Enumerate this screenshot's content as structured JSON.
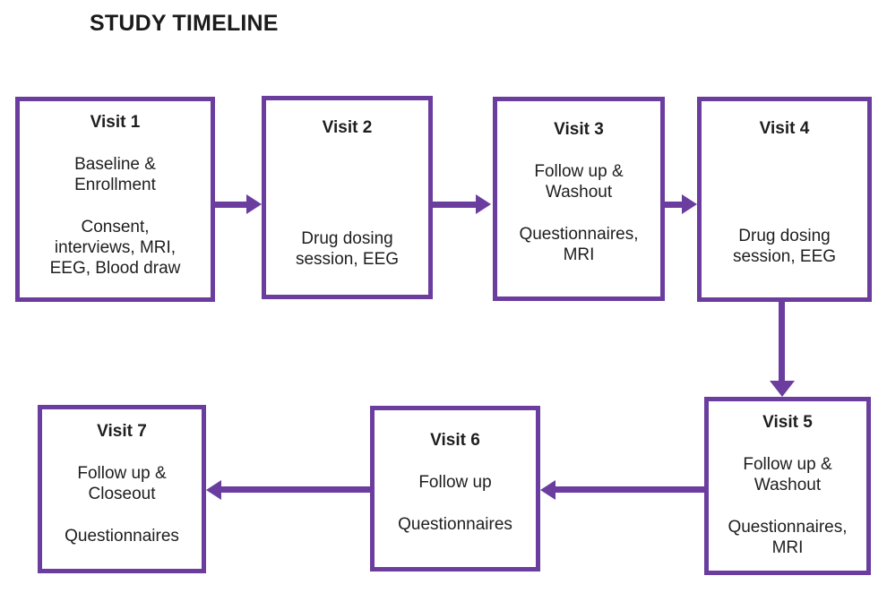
{
  "title": "STUDY TIMELINE",
  "theme": {
    "purple": "#6A3D9E",
    "text": "#1E1E1E",
    "background": "#FFFFFF"
  },
  "boxes": [
    {
      "id": "visit1",
      "title": "Visit 1",
      "p1": "Baseline &\nEnrollment",
      "p2": "Consent,\ninterviews, MRI,\nEEG, Blood draw"
    },
    {
      "id": "visit2",
      "title": "Visit 2",
      "p1": "",
      "p2": "Drug dosing\nsession, EEG"
    },
    {
      "id": "visit3",
      "title": "Visit 3",
      "p1": "Follow up &\nWashout",
      "p2": "Questionnaires,\nMRI"
    },
    {
      "id": "visit4",
      "title": "Visit 4",
      "p1": "",
      "p2": "Drug dosing\nsession, EEG"
    },
    {
      "id": "visit5",
      "title": "Visit 5",
      "p1": "Follow up &\nWashout",
      "p2": "Questionnaires,\nMRI"
    },
    {
      "id": "visit6",
      "title": "Visit 6",
      "p1": "Follow up",
      "p2": "Questionnaires"
    },
    {
      "id": "visit7",
      "title": "Visit 7",
      "p1": "Follow up &\nCloseout",
      "p2": "Questionnaires"
    }
  ],
  "arrows": [
    {
      "from": "Visit 1",
      "to": "Visit 2",
      "direction": "right"
    },
    {
      "from": "Visit 2",
      "to": "Visit 3",
      "direction": "right"
    },
    {
      "from": "Visit 3",
      "to": "Visit 4",
      "direction": "right"
    },
    {
      "from": "Visit 4",
      "to": "Visit 5",
      "direction": "down"
    },
    {
      "from": "Visit 5",
      "to": "Visit 6",
      "direction": "left"
    },
    {
      "from": "Visit 6",
      "to": "Visit 7",
      "direction": "left"
    }
  ]
}
